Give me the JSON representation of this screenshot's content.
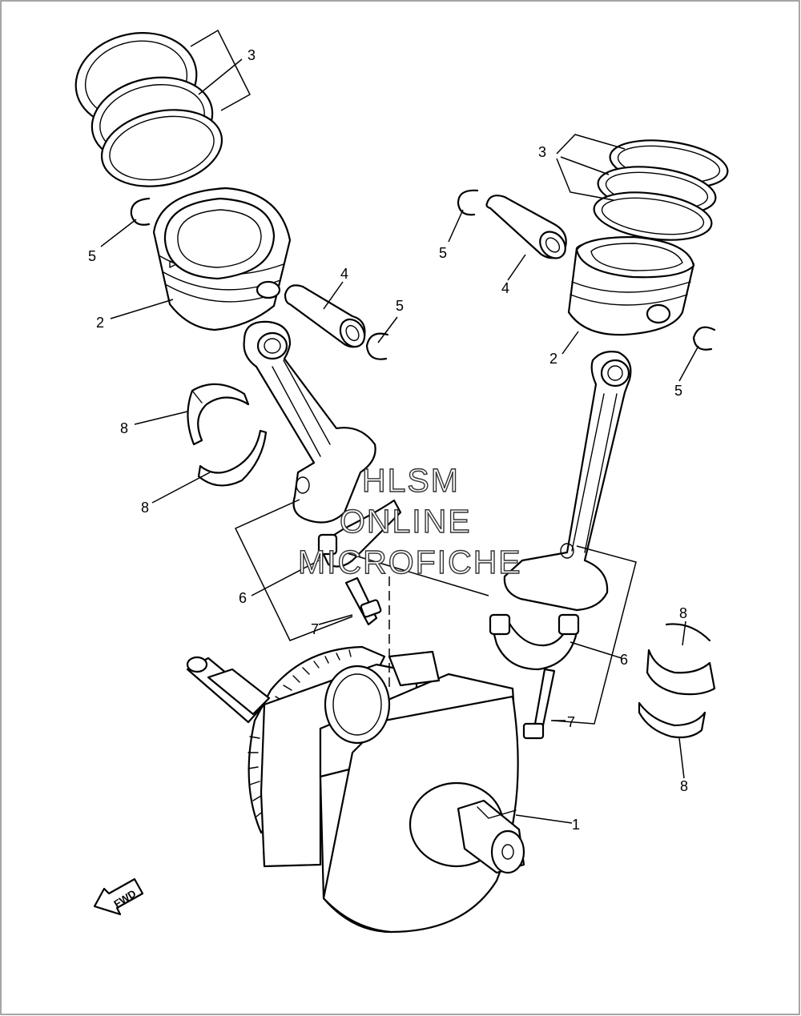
{
  "callouts": [
    "1",
    "2",
    "2",
    "3",
    "3",
    "4",
    "4",
    "5",
    "5",
    "5",
    "5",
    "6",
    "6",
    "7",
    "7",
    "8",
    "8",
    "8",
    "8"
  ],
  "watermark": {
    "line1": "HLSM",
    "line2": "ONLINE",
    "line3": "MICROFICHE"
  },
  "direction_label": "FWD",
  "colors": {
    "line": "#000000",
    "background": "#ffffff",
    "frame": "#888888"
  }
}
